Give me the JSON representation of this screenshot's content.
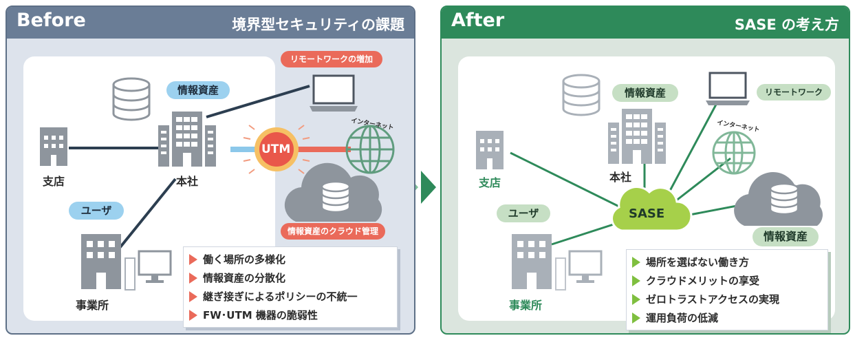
{
  "before": {
    "badge": "Before",
    "title": "境界型セキュリティの課題",
    "labels": {
      "info_assets": "情報資産",
      "remote_work": "リモートワークの増加",
      "branch": "支店",
      "hq": "本社",
      "utm": "UTM",
      "internet": "インターネット",
      "user": "ユーザ",
      "cloud_mgmt": "情報資産のクラウド管理",
      "office": "事業所"
    },
    "points": [
      "働く場所の多様化",
      "情報資産の分散化",
      "継ぎ接ぎによるポリシーの不統一",
      "FW･UTM 機器の脆弱性"
    ]
  },
  "after": {
    "badge": "After",
    "title": "SASE の考え方",
    "labels": {
      "info_assets_top": "情報資産",
      "remote_work": "リモートワーク",
      "internet": "インターネット",
      "branch": "支店",
      "hq": "本社",
      "sase": "SASE",
      "user": "ユーザ",
      "info_assets_cloud": "情報資産",
      "office": "事業所"
    },
    "points": [
      "場所を選ばない働き方",
      "クラウドメリットの享受",
      "ゼロトラストアクセスの実現",
      "運用負荷の低減"
    ]
  },
  "colors": {
    "before_header": "#6a7d96",
    "after_header": "#2e8a5a",
    "pill_blue": "#9cd1ef",
    "pill_red": "#ea6a5a",
    "pill_green": "#c6dfc4",
    "sase_green": "#a6d04a",
    "line_dark": "#2c3e50",
    "line_green": "#2e8a5a",
    "icon_gray": "#8e959d"
  }
}
